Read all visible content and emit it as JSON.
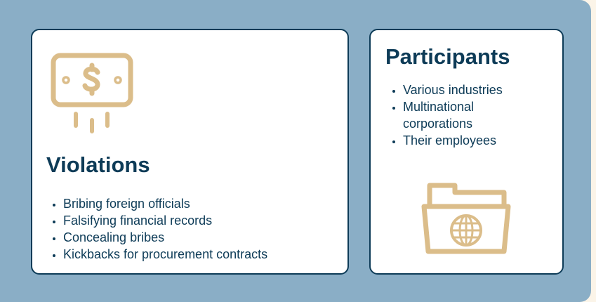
{
  "violations": {
    "title": "Violations",
    "items": [
      "Bribing foreign officials",
      "Falsifying financial records",
      "Concealing bribes",
      "Kickbacks for procurement contracts"
    ]
  },
  "participants": {
    "title": "Participants",
    "items": [
      "Various industries",
      "Multinational corporations",
      "Their employees"
    ]
  },
  "colors": {
    "background": "#8aaec6",
    "border": "#0d3b57",
    "icon": "#dbbd8a",
    "text": "#0d3b57"
  }
}
